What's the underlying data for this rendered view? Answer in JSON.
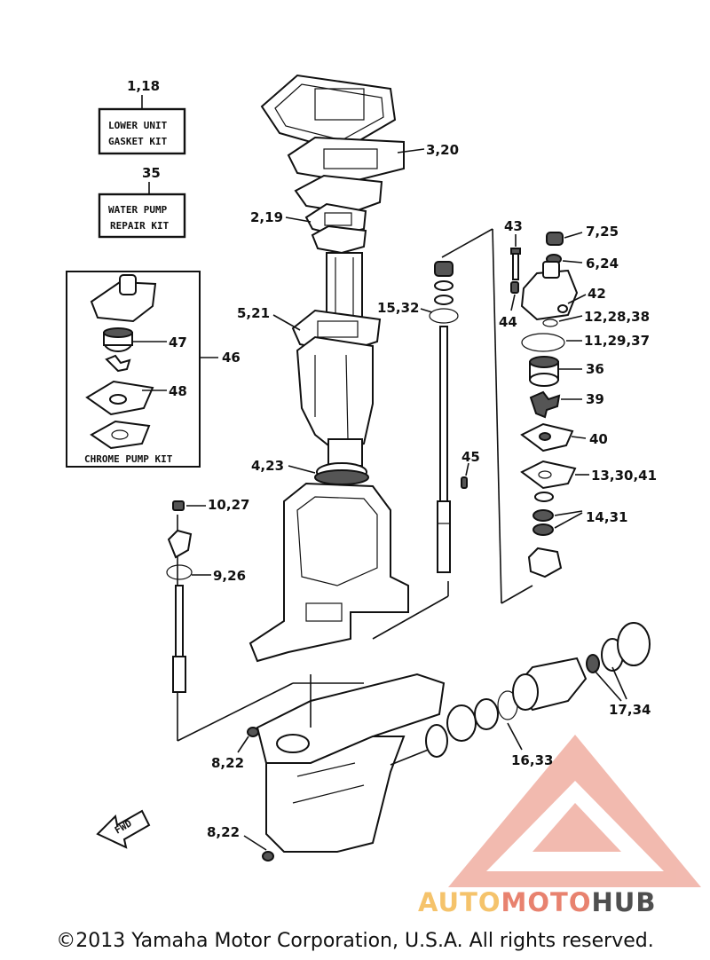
{
  "kits": {
    "gasket_kit": {
      "ref": "1,18",
      "line1": "LOWER UNIT",
      "line2": "GASKET KIT"
    },
    "water_pump_kit": {
      "ref": "35",
      "line1": "WATER PUMP",
      "line2": "REPAIR KIT"
    },
    "chrome_pump_kit": {
      "label": "CHROME PUMP KIT",
      "ref": "46"
    }
  },
  "callouts": {
    "c_3_20": "3,20",
    "c_2_19": "2,19",
    "c_5_21": "5,21",
    "c_4_23": "4,23",
    "c_10_27": "10,27",
    "c_9_26": "9,26",
    "c_8_22_top": "8,22",
    "c_8_22_bottom": "8,22",
    "c_15_32": "15,32",
    "c_45": "45",
    "c_43": "43",
    "c_44": "44",
    "c_7_25": "7,25",
    "c_6_24": "6,24",
    "c_42": "42",
    "c_12_28_38": "12,28,38",
    "c_11_29_37": "11,29,37",
    "c_36": "36",
    "c_39": "39",
    "c_40": "40",
    "c_13_30_41": "13,30,41",
    "c_14_31": "14,31",
    "c_17_34": "17,34",
    "c_16_33": "16,33",
    "c_47": "47",
    "c_48": "48"
  },
  "fwd_label": "FWD",
  "watermark": {
    "part1": "AUTO",
    "part2": "MOTO",
    "part3": "HUB"
  },
  "copyright": "©2013 Yamaha Motor Corporation, U.S.A. All rights reserved."
}
